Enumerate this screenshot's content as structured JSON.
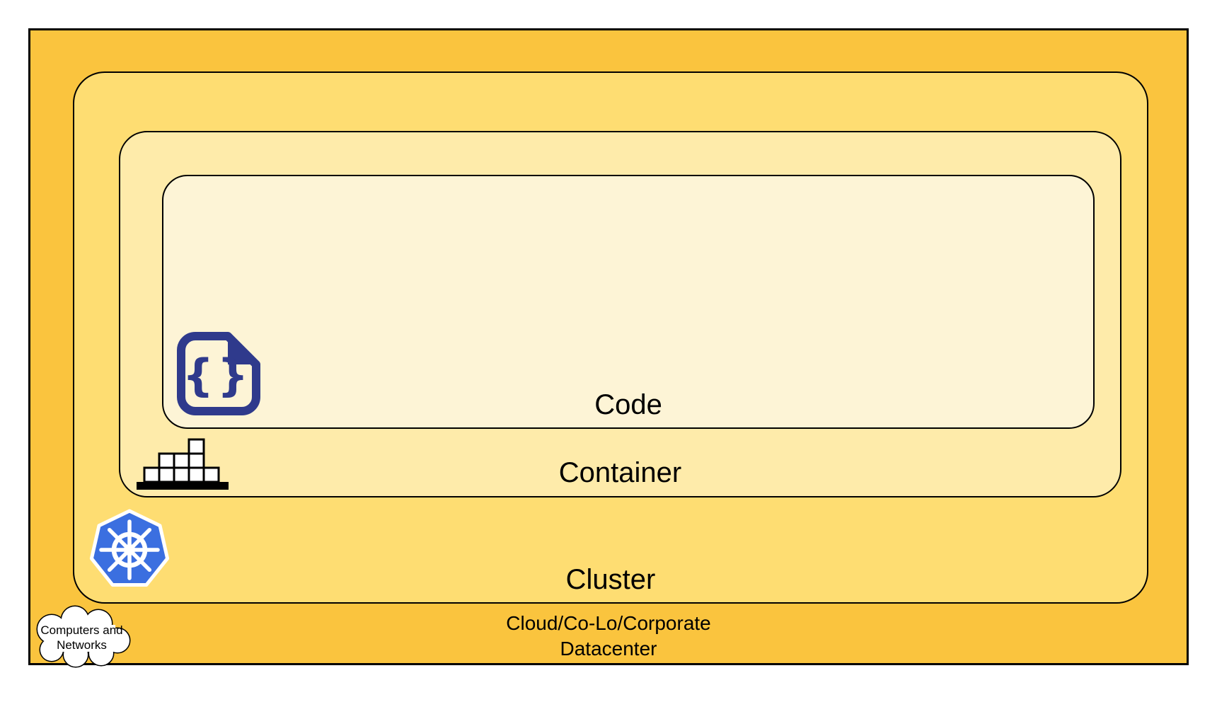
{
  "diagram": {
    "layers": {
      "code": {
        "label": "Code",
        "fill": "#FDF4D6"
      },
      "container": {
        "label": "Container",
        "fill": "#FEEBAA"
      },
      "cluster": {
        "label": "Cluster",
        "fill": "#FEDD72"
      },
      "datacenter": {
        "label_line1": "Cloud/Co-Lo/Corporate",
        "label_line2": "Datacenter",
        "fill": "#FAC43E"
      }
    },
    "cloud_callout": {
      "line1": "Computers and",
      "line2": "Networks"
    },
    "icons": {
      "code_glyph": "{}",
      "code": "code-file-icon",
      "container": "container-blocks-icon",
      "cluster": "kubernetes-icon",
      "datacenter": "computers-networks-cloud-icon"
    },
    "colors": {
      "border": "#000000",
      "code_icon_blue": "#2F3A8C",
      "kubernetes_blue": "#3B6FE0",
      "block_fill": "#FFFFFF",
      "text": "#000000"
    }
  }
}
